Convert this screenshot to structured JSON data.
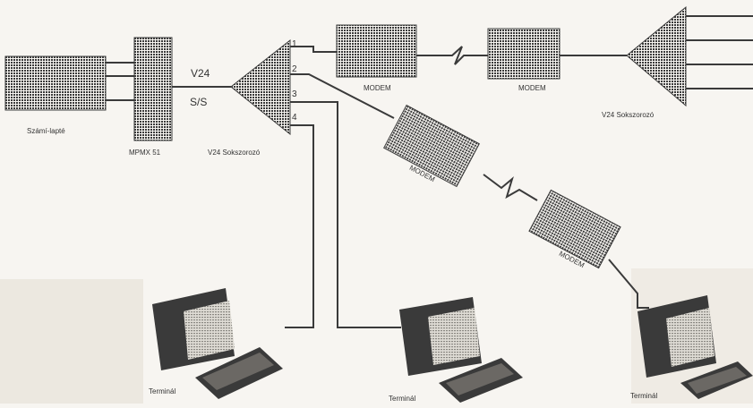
{
  "colors": {
    "ink": "#3a3a3a",
    "paper": "#f7f5f1",
    "shadow": "#e6e1d8",
    "screen": "#d8d6d0"
  },
  "labels": {
    "computer": "Számí-lapté",
    "mpmx": "MPMX 51",
    "v24_top": "V24",
    "ss": "S/S",
    "splitter_left": "V24 Sokszorozó",
    "splitter_right": "V24 Sokszorozó",
    "port_1": "1",
    "port_2": "2",
    "port_3": "3",
    "port_4": "4",
    "modem_a": "MODEM",
    "modem_b": "MODEM",
    "modem_c": "MODEM",
    "modem_d": "MODEM",
    "terminal_1": "Terminál",
    "terminal_2": "Terminál",
    "terminal_3": "Terminál"
  }
}
